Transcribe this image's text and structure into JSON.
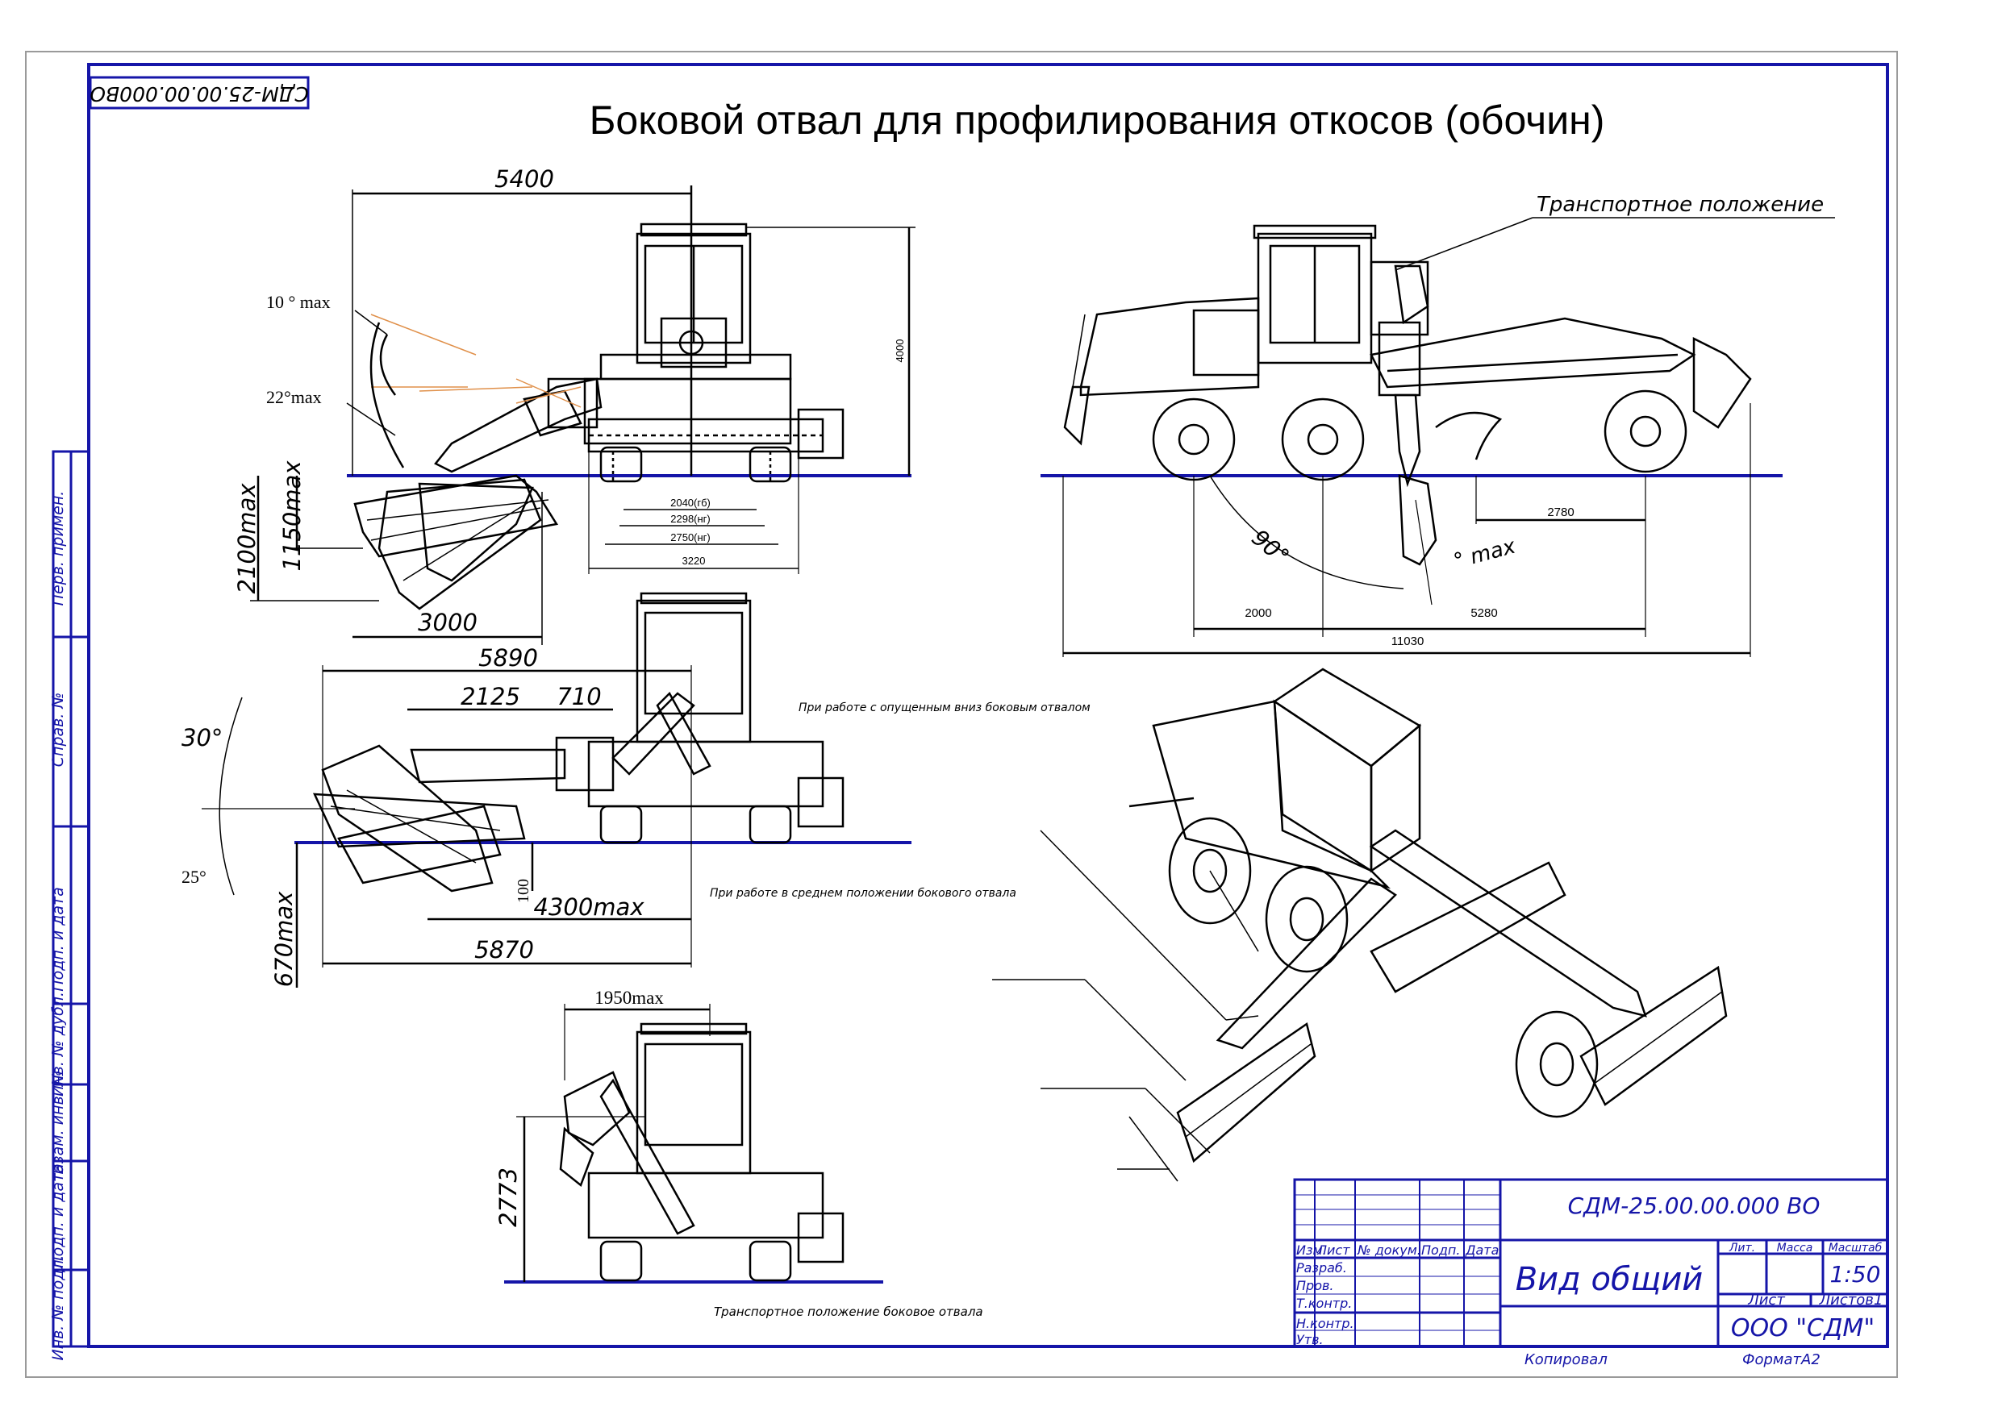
{
  "drawing": {
    "title": "Боковой отвал для профилирования откосов (обочин)",
    "doc_code_stamp": "СДМ-25.00.00.000ВО",
    "transport_label": "Транспортное положение",
    "note_lowered": "При работе с опущенным вниз боковым отвалом",
    "note_middle": "При работе в среднем положении бокового отвала",
    "note_transport": "Транспортное положение боковое отвала"
  },
  "dimensions": {
    "front": {
      "width_5400": "5400",
      "angle_10": "10 ° max",
      "angle_22": "22°max",
      "height_4000": "4000",
      "depth_2100": "2100max",
      "depth_1150": "1150max",
      "track_2040": "2040(гб)",
      "track_2298": "2298(нг)",
      "track_2750": "2750(нг)",
      "width_3220": "3220",
      "reach_3000": "3000"
    },
    "side": {
      "angle_90": "90°",
      "angle_max": "° max",
      "d_2780": "2780",
      "d_2000": "2000",
      "d_5280": "5280",
      "d_11030": "11030"
    },
    "middle": {
      "d_5890": "5890",
      "d_2125": "2125",
      "d_710": "710",
      "angle_30": "30°",
      "angle_25": "25°",
      "d_100": "100",
      "d_4300": "4300max",
      "d_670": "670max",
      "d_5870": "5870"
    },
    "transport": {
      "d_1950": "1950max",
      "d_2773": "2773"
    }
  },
  "side_table": {
    "row1": "Перв. примен.",
    "row2": "Справ. №",
    "row3": "Подп. и дата",
    "row4": "Инв. № дубл.",
    "row5": "Взам. инв. №",
    "row6": "Подп. и дата",
    "row7": "Инв. № подл."
  },
  "title_block": {
    "doc_code": "СДМ-25.00.00.000 ВО",
    "name": "Вид общий",
    "col_izm": "Изм.",
    "col_list": "Лист",
    "col_doc": "№ докум.",
    "col_sign": "Подп.",
    "col_date": "Дата",
    "role_dev": "Разраб.",
    "role_check": "Пров.",
    "role_tcontrol": "Т.контр.",
    "role_ncontrol": "Н.контр.",
    "role_approve": "Утв.",
    "hdr_lit": "Лит.",
    "hdr_mass": "Масса",
    "hdr_scale": "Масштаб",
    "scale": "1:50",
    "sheet": "Лист",
    "sheets": "Листов1",
    "company": "ООО \"СДМ\"",
    "copied": "Копировал",
    "format": "ФорматА2"
  },
  "colors": {
    "frame": "#1515a8",
    "ground": "#1515a8",
    "lines": "#000000",
    "angle_guides": "#e0904a"
  }
}
